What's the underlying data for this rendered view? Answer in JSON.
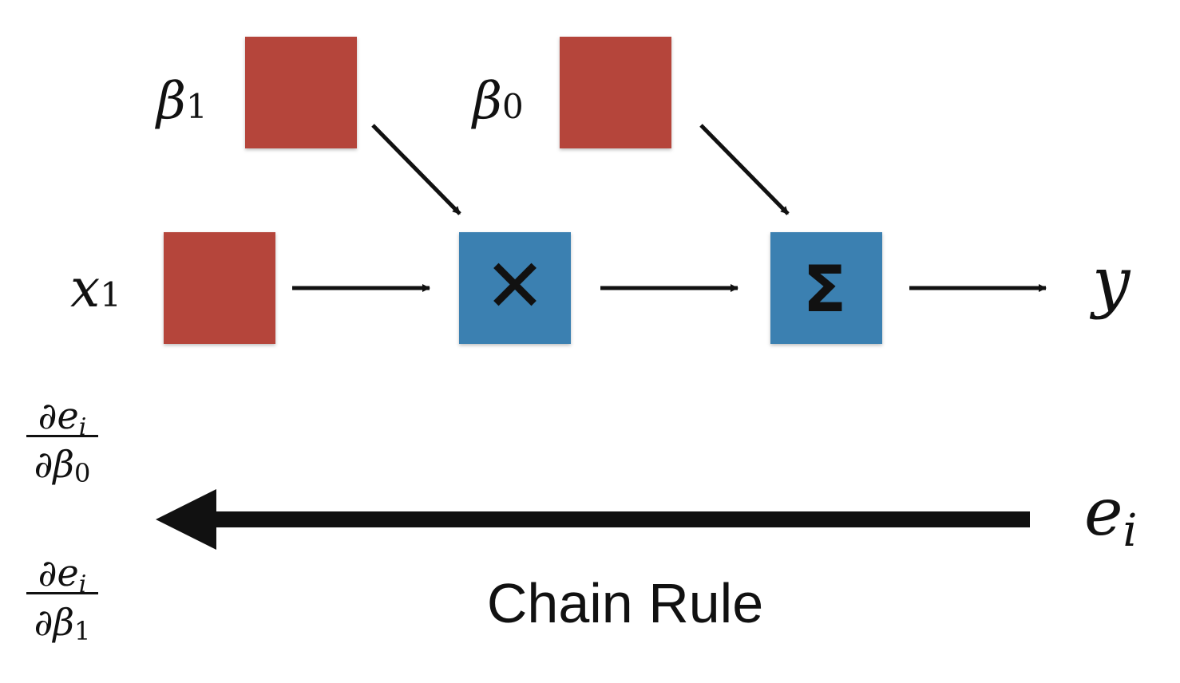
{
  "colors": {
    "param_box": "#B5453A",
    "op_box": "#3B80B1",
    "ink": "#111111",
    "background": "#FFFFFF"
  },
  "nodes": {
    "beta1": {
      "symbol": "β",
      "sub": "1"
    },
    "beta0": {
      "symbol": "β",
      "sub": "0"
    },
    "x1": {
      "symbol": "x",
      "sub": "1"
    },
    "multiply": {
      "symbol": "✕"
    },
    "sum": {
      "symbol": "Σ"
    },
    "y": {
      "symbol": "y"
    },
    "error": {
      "symbol": "e",
      "sub": "i"
    }
  },
  "gradients": {
    "de_dbeta0": {
      "num_d": "∂",
      "num_var": "e",
      "num_sub": "i",
      "den_d": "∂",
      "den_var": "β",
      "den_sub": "0"
    },
    "de_dbeta1": {
      "num_d": "∂",
      "num_var": "e",
      "num_sub": "i",
      "den_d": "∂",
      "den_var": "β",
      "den_sub": "1"
    }
  },
  "caption": "Chain Rule"
}
